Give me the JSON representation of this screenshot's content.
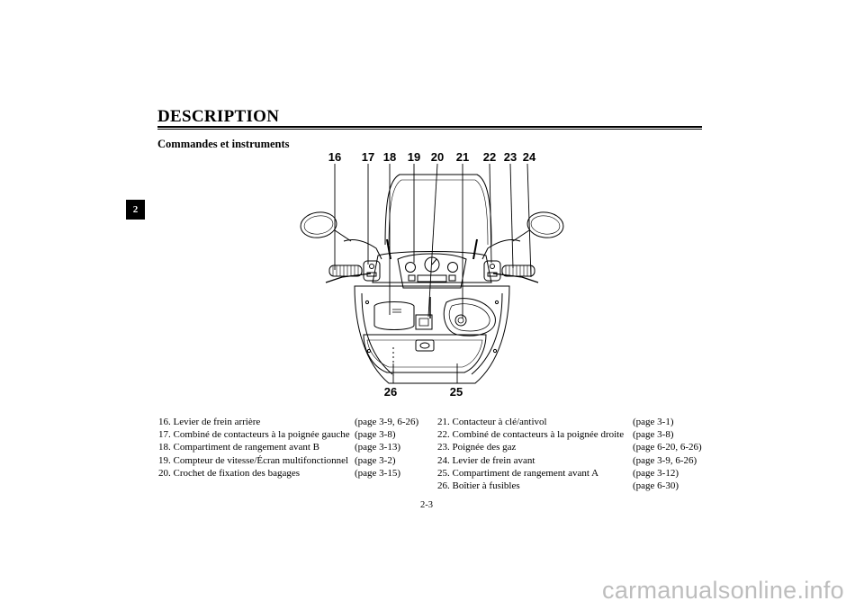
{
  "header": {
    "title": "DESCRIPTION",
    "section_tab": "2"
  },
  "section": {
    "subtitle": "Commandes et instruments"
  },
  "diagram": {
    "callouts_top": [
      "16",
      "17",
      "18",
      "19",
      "20",
      "21",
      "22",
      "23",
      "24"
    ],
    "callouts_bottom": [
      "26",
      "25"
    ]
  },
  "legend": {
    "left": [
      {
        "label": "16. Levier de frein arrière",
        "page": "(page 3-9, 6-26)"
      },
      {
        "label": "17. Combiné de contacteurs à la poignée gauche",
        "page": "(page 3-8)"
      },
      {
        "label": "18. Compartiment de rangement avant B",
        "page": "(page 3-13)"
      },
      {
        "label": "19. Compteur de vitesse/Écran multifonctionnel",
        "page": "(page 3-2)"
      },
      {
        "label": "20. Crochet de fixation des bagages",
        "page": "(page 3-15)"
      }
    ],
    "right": [
      {
        "label": "21. Contacteur à clé/antivol",
        "page": "(page 3-1)"
      },
      {
        "label": "22. Combiné de contacteurs à la poignée droite",
        "page": "(page 3-8)"
      },
      {
        "label": "23. Poignée des gaz",
        "page": "(page 6-20, 6-26)"
      },
      {
        "label": "24. Levier de frein avant",
        "page": "(page 3-9, 6-26)"
      },
      {
        "label": "25. Compartiment de rangement avant A",
        "page": "(page 3-12)"
      },
      {
        "label": "26. Boîtier à fusibles",
        "page": "(page 6-30)"
      }
    ]
  },
  "footer": {
    "page_number": "2-3",
    "watermark": "carmanualsonline.info"
  }
}
